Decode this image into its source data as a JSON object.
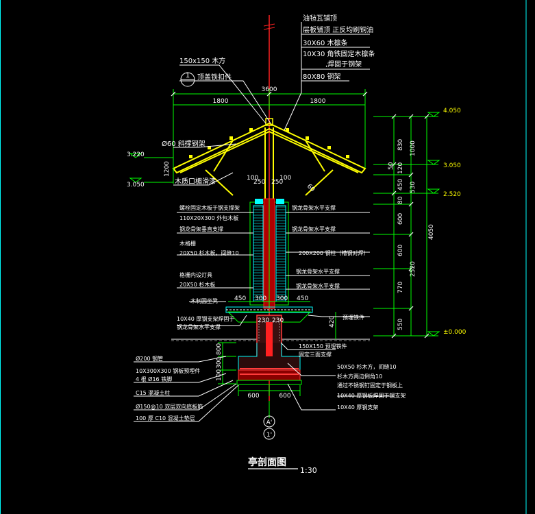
{
  "colors": {
    "background": "#000000",
    "dim": "#00ff00",
    "frame": "#00ffff",
    "roof": "#ffff00",
    "column": "#ff2020",
    "text": "#ffffff",
    "concrete": "#ff3b3b",
    "yellow_text": "#ffff00"
  },
  "title": {
    "main": "亭剖面图",
    "scale": "1:30"
  },
  "dimensions": {
    "top_total": "3600",
    "top_left": "1800",
    "top_right": "1800",
    "left_eave_top": "3.220",
    "left_eave_bottom": "3.050",
    "left_1200": "1200",
    "mid_250_a": "250",
    "mid_250_b": "250",
    "mid_100_a": "100",
    "mid_100_b": "100",
    "mid_60": "60",
    "mid_450_l": "450",
    "mid_450_r": "450",
    "mid_300_l": "300",
    "mid_300_r": "300",
    "col_230_a": "230",
    "col_230_b": "230",
    "right_420": "420",
    "bottom_600_l": "600",
    "bottom_600_r": "600",
    "left_800": "800",
    "left_300": "300",
    "left_100": "100",
    "chain_830": "830",
    "chain_1000": "1000",
    "chain_50": "50",
    "chain_120": "120",
    "chain_450": "450",
    "chain_530": "530",
    "chain_80": "80",
    "chain_600_a": "600",
    "chain_600_b": "600",
    "chain_770": "770",
    "chain_2520": "2520",
    "chain_550": "550",
    "chain_4050": "4050",
    "elev_top": "4.050",
    "elev_eave": "3.050",
    "elev_seat": "2.520",
    "elev_ground": "±0.000"
  },
  "annotations": {
    "roof_1": "油毡瓦铺顶",
    "roof_2": "层板铺顶  正反均刷铜油",
    "roof_3": "30X60 木檩条",
    "roof_4a": "10X30 角铁固定木檩条",
    "roof_4b": ",焊固于钢架",
    "roof_5": "80X80 钢架",
    "timber": "150x150 木方",
    "iron": "顶盖铁扣件",
    "brace": "Ø60 斜撑钢架",
    "trim": "木质口楣滑漆",
    "l_1": "螺栓固定木板于钢支撑架",
    "l_2": "110X20X300 外包木板",
    "l_3": "钢龙骨架垂直支撑",
    "l_4": "木格栅",
    "l_5": "20X50 杉木板，间缝10",
    "l_6": "格栅内设灯具",
    "l_7": "20X50 杉木板",
    "l_8": "木制圆坐凳",
    "l_9": "10X40 厚钢支架焊固于",
    "l_10": "钢龙骨架水平支撑",
    "r_1": "钢龙骨架水平支撑",
    "r_2": "钢龙骨架水平支撑",
    "r_3": "200X200 钢柱（槽钢对焊）",
    "r_4": "钢龙骨架水平支撑",
    "r_5": "钢龙骨架水平支撑",
    "r_6": "预埋铁件",
    "r_7": "150X150 预埋铁件",
    "r_8": "固定三面支撑",
    "r_9": "50X50 杉木方，间缝10",
    "r_10": "杉木方两边倒角10",
    "r_11": "通过不锈钢钉固定于钢板上",
    "r_12": "10X40 厚钢板焊固于钢支架",
    "r_13": "10X40 厚钢支架",
    "f_1": "Ø200 钢管",
    "f_2": "10X300X300 钢板预埋件",
    "f_3": "4 根 Ø16 铁脚",
    "f_4": "C15 混凝土柱",
    "f_5": "Ø150@10 双层双向底板筋",
    "f_6": "100 厚 C10 混凝土垫层"
  },
  "markers": {
    "circle_top": "1",
    "axis_bottom": "A'",
    "circle_bottom": "1'"
  }
}
